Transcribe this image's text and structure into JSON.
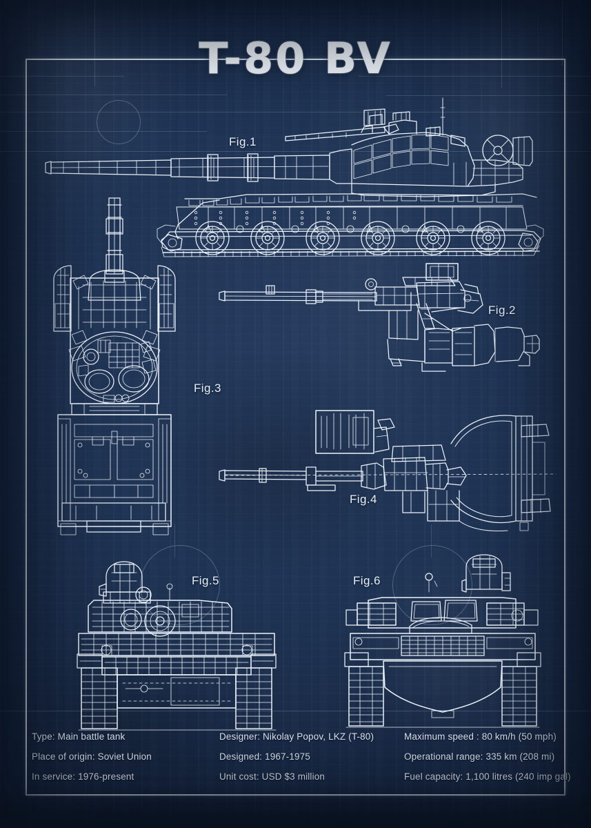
{
  "poster": {
    "title": "T-80 BV",
    "background_color": "#1b2f4e",
    "ink_color": "#eef4fc",
    "frame_color": "#f6faff"
  },
  "figures": [
    {
      "id": "fig1",
      "label": "Fig.1",
      "view": "side-elevation-left"
    },
    {
      "id": "fig2",
      "label": "Fig.2",
      "view": "gun-mount-detail-upper"
    },
    {
      "id": "fig3",
      "label": "Fig.3",
      "view": "top-plan"
    },
    {
      "id": "fig4",
      "label": "Fig.4",
      "view": "gun-mount-mantlet-section"
    },
    {
      "id": "fig5",
      "label": "Fig.5",
      "view": "front-elevation"
    },
    {
      "id": "fig6",
      "label": "Fig.6",
      "view": "rear-elevation"
    }
  ],
  "specs": {
    "columns": [
      [
        {
          "key": "Type:",
          "value": "Main battle tank"
        },
        {
          "key": "Place of origin:",
          "value": "Soviet Union"
        },
        {
          "key": "In service:",
          "value": "1976-present"
        }
      ],
      [
        {
          "key": "Designer:",
          "value": "Nikolay Popov, LKZ (T-80)"
        },
        {
          "key": "Designed:",
          "value": "1967-1975"
        },
        {
          "key": "Unit cost:",
          "value": "USD $3 million"
        }
      ],
      [
        {
          "key": "Maximum speed :",
          "value": "80 km/h (50 mph)"
        },
        {
          "key": "Operational range:",
          "value": "335 km (208 mi)"
        },
        {
          "key": "Fuel capacity:",
          "value": "1,100 litres (240 imp gal)"
        }
      ]
    ]
  }
}
